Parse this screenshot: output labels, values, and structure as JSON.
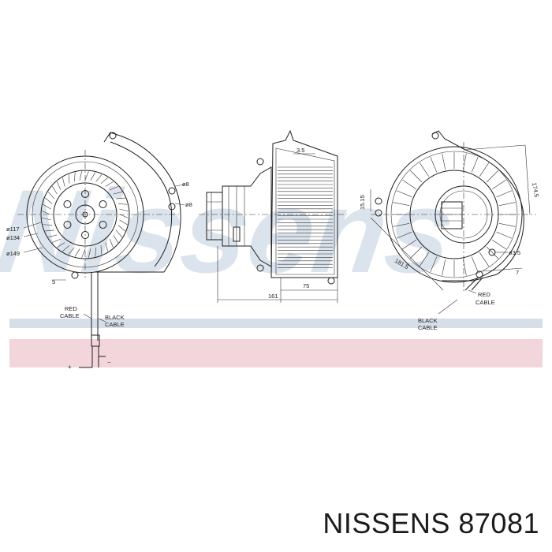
{
  "brand": "NISSENS",
  "part_number": "87081",
  "watermark": "Nissens",
  "colors": {
    "band_blue": "#d6dee8",
    "band_pink": "#f3d6dc",
    "watermark": "#dbe3ec",
    "line": "#1f1f1f"
  },
  "front_view": {
    "dia_117": "ø117",
    "dia_134": "ø134",
    "dia_149": "ø149",
    "dia_8a": "ø8",
    "dia_8b": "ø8",
    "red_cable": [
      "RED",
      "CABLE"
    ],
    "black_cable": [
      "BLACK",
      "CABLE"
    ],
    "plus": "+",
    "minus": "−"
  },
  "side_view": {
    "dim_35": "3.5",
    "dim_161": "161",
    "dim_75": "75"
  },
  "rear_view": {
    "dim_1515": "15.15",
    "dim_1745": "174.5",
    "dim_35": "ø3.5",
    "dim_1815": "181.5",
    "dim_7": "7",
    "red_cable": [
      "RED",
      "CABLE"
    ],
    "black_cable": [
      "BLACK",
      "CABLE"
    ]
  }
}
